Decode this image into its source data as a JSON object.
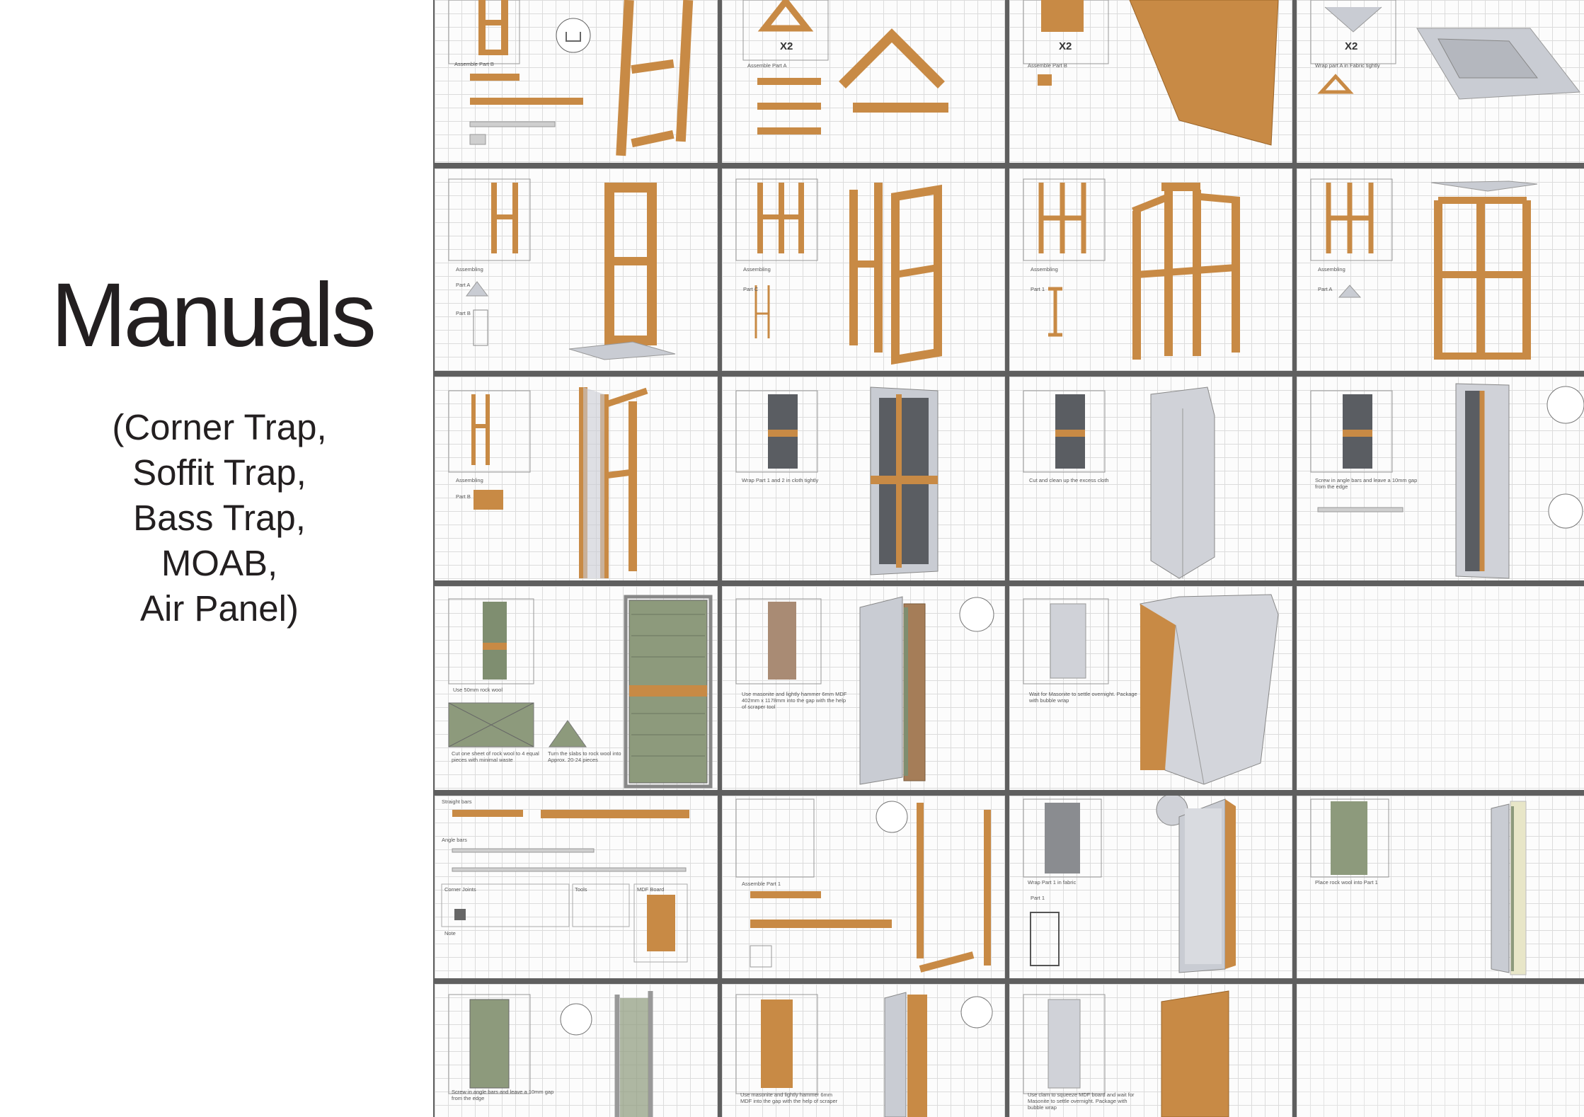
{
  "title": "Manuals",
  "subtitle_lines": [
    "(Corner Trap,",
    "Soffit Trap,",
    "Bass Trap,",
    "MOAB,",
    "Air Panel)"
  ],
  "colors": {
    "wood": "#c88a45",
    "wood_dark": "#9a6428",
    "panel_gray": "#c9ccd3",
    "fabric_green": "#8d9a7c",
    "grid_gutter": "#5f5f5f"
  },
  "manual_pages": [
    {
      "notes": [
        "Assemble Part B"
      ]
    },
    {
      "marker": "X2",
      "notes": [
        "Assemble Part A"
      ]
    },
    {
      "marker": "X2",
      "notes": [
        "Assemble Part B"
      ]
    },
    {
      "marker": "X2",
      "notes": [
        "Wrap part A in Fabric tightly"
      ]
    },
    {
      "notes": [
        "Assembling",
        "Part A",
        "Part B"
      ]
    },
    {
      "notes": [
        "Assembling",
        "Part C"
      ]
    },
    {
      "notes": [
        "Assembling",
        "Part 1"
      ]
    },
    {
      "notes": [
        "Assembling",
        "Part A"
      ]
    },
    {
      "notes": [
        "Assembling",
        "Part B"
      ]
    },
    {
      "notes": [
        "Wrap Part 1 and 2 in cloth tightly"
      ]
    },
    {
      "notes": [
        "Cut and clean up the excess cloth"
      ]
    },
    {
      "notes": [
        "Screw in angle bars and leave a 10mm gap from the edge"
      ]
    },
    {
      "notes": [
        "Use 50mm rock wool",
        "Cut one sheet of rock wool to 4 equal pieces with minimal waste",
        "Turn the slabs to rock wool into Approx. 20-24 pieces"
      ]
    },
    {
      "notes": [
        "Use masonite and lightly hammer 6mm MDF 402mm x 1178mm into the gap with the help of scraper tool"
      ]
    },
    {
      "notes": [
        "Wait for Masonite to settle overnight. Package with bubble wrap"
      ]
    },
    {
      "notes": []
    },
    {
      "notes": [
        "Straight bars",
        "Angle bars",
        "Corner Joints",
        "Tools",
        "Note",
        "MDF Board"
      ]
    },
    {
      "notes": [
        "Assemble Part 1"
      ]
    },
    {
      "notes": [
        "Wrap Part 1 in fabric",
        "Part 1"
      ]
    },
    {
      "notes": [
        "Place rock wool into Part 1"
      ]
    },
    {
      "notes": [
        "Screw in angle bars and leave a 10mm gap from the edge"
      ]
    },
    {
      "notes": [
        "Use masonite and lightly hammer 6mm MDF into the gap with the help of scraper"
      ]
    },
    {
      "notes": [
        "Use clam to squeeze MDF board and wait for Masonite to settle overnight. Package with bubble wrap"
      ]
    },
    {
      "notes": []
    }
  ]
}
